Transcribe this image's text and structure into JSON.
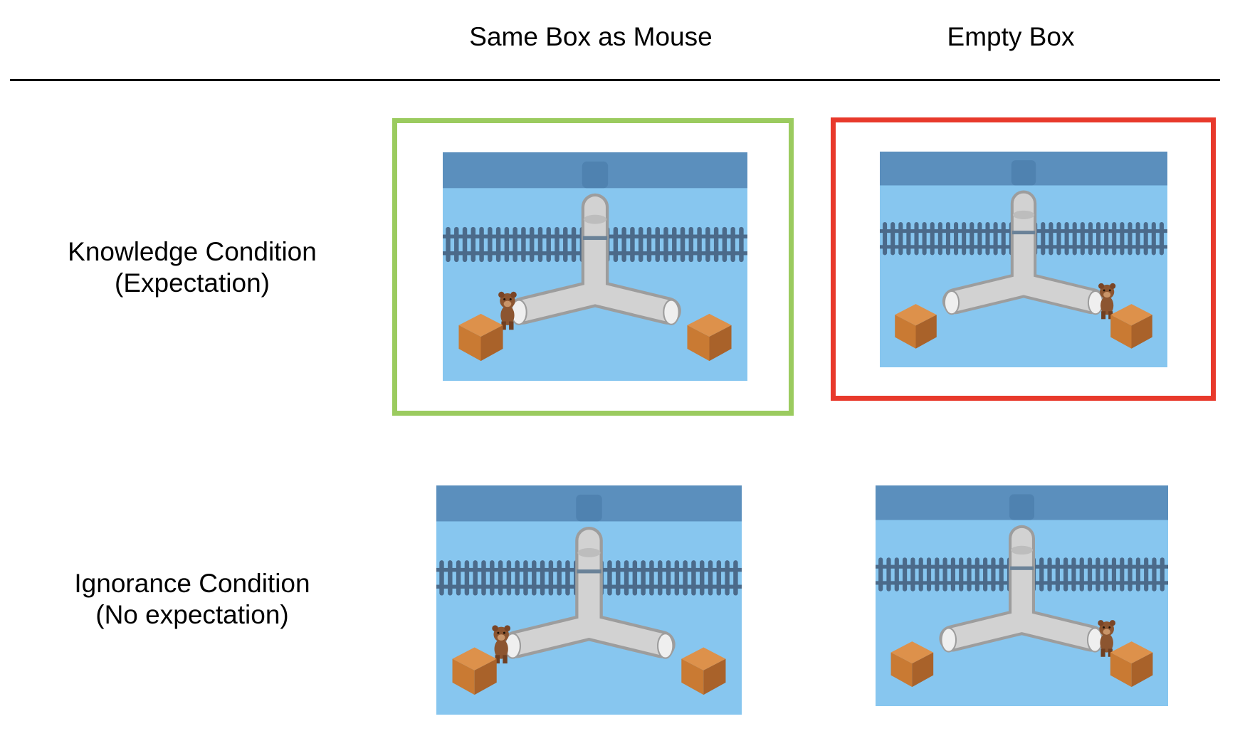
{
  "columns": {
    "same_box": "Same Box as Mouse",
    "empty_box": "Empty Box"
  },
  "rows": {
    "knowledge": {
      "line1": "Knowledge Condition",
      "line2": "(Expectation)"
    },
    "ignorance": {
      "line1": "Ignorance Condition",
      "line2": "(No expectation)"
    }
  },
  "colors": {
    "expected_outline": "#9bcb5f",
    "unexpected_outline": "#e8392b",
    "sky": "#87c6ef",
    "wall": "#5b8fbd",
    "fence": "#4b6a8a",
    "tube": "#d2d2d2",
    "box": "#c97a33",
    "bear": "#8c5530"
  },
  "scenes": [
    {
      "row": "knowledge",
      "column": "same_box",
      "bear_side": "left"
    },
    {
      "row": "knowledge",
      "column": "empty_box",
      "bear_side": "right"
    },
    {
      "row": "ignorance",
      "column": "same_box",
      "bear_side": "left"
    },
    {
      "row": "ignorance",
      "column": "empty_box",
      "bear_side": "right"
    }
  ],
  "icons": {
    "character": "bear-icon",
    "container": "box-icon",
    "tube": "y-tube-icon"
  }
}
